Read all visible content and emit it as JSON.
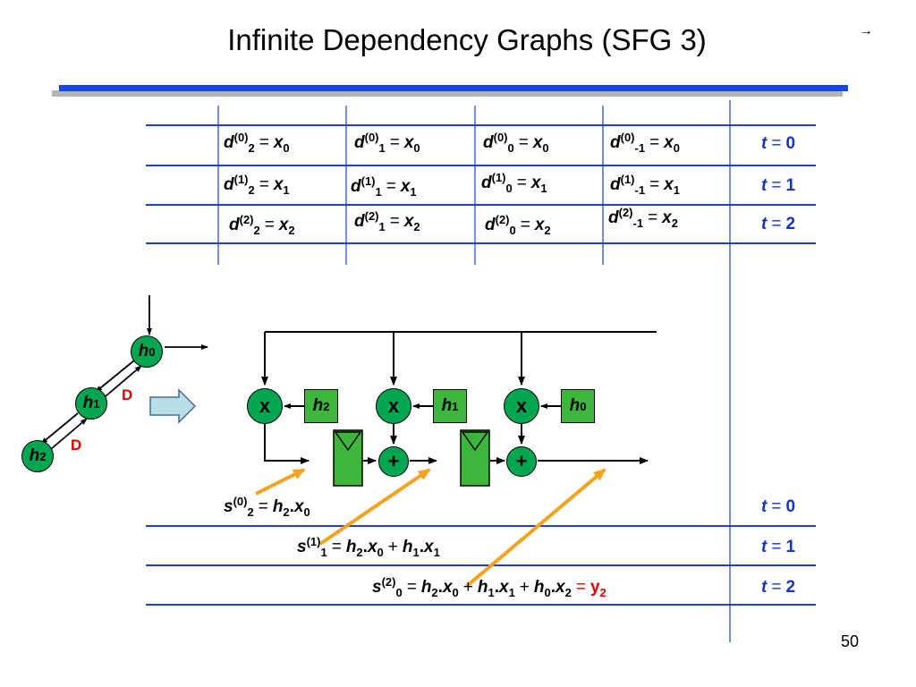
{
  "slide": {
    "title": "Infinite Dependency Graphs (SFG 3)",
    "page_number": "50",
    "nav_arrow": "→"
  },
  "table": {
    "rows": [
      {
        "cells": [
          {
            "pre": "d",
            "sup": "(0)",
            "sub": "2",
            "op": "=",
            "var": "x",
            "vsub": "0"
          },
          {
            "pre": "d",
            "sup": "(0)",
            "sub": "1",
            "op": "=",
            "var": "x",
            "vsub": "0"
          },
          {
            "pre": "d",
            "sup": "(0)",
            "sub": "0",
            "op": "=",
            "var": "x",
            "vsub": "0"
          },
          {
            "pre": "d",
            "sup": "(0)",
            "sub": "-1",
            "op": "=",
            "var": "x",
            "vsub": "0"
          }
        ],
        "t": {
          "var": "t",
          "op": "=",
          "val": "0"
        }
      },
      {
        "cells": [
          {
            "pre": "d",
            "sup": "(1)",
            "sub": "2",
            "op": "=",
            "var": "x",
            "vsub": "1"
          },
          {
            "pre": "d",
            "sup": "(1)",
            "sub": "1",
            "op": "=",
            "var": "x",
            "vsub": "1"
          },
          {
            "pre": "d",
            "sup": "(1)",
            "sub": "0",
            "op": "=",
            "var": "x",
            "vsub": "1"
          },
          {
            "pre": "d",
            "sup": "(1)",
            "sub": "-1",
            "op": "=",
            "var": "x",
            "vsub": "1"
          }
        ],
        "t": {
          "var": "t",
          "op": "=",
          "val": "1"
        }
      },
      {
        "cells": [
          {
            "pre": "d",
            "sup": "(2)",
            "sub": "2",
            "op": "=",
            "var": "x",
            "vsub": "2"
          },
          {
            "pre": "d",
            "sup": "(2)",
            "sub": "1",
            "op": "=",
            "var": "x",
            "vsub": "2"
          },
          {
            "pre": "d",
            "sup": "(2)",
            "sub": "0",
            "op": "=",
            "var": "x",
            "vsub": "2"
          },
          {
            "pre": "d",
            "sup": "(2)",
            "sub": "-1",
            "op": "=",
            "var": "x",
            "vsub": "2"
          }
        ],
        "t": {
          "var": "t",
          "op": "=",
          "val": "2"
        }
      }
    ]
  },
  "dependency_graph": {
    "nodes": [
      {
        "var": "h",
        "sub": "0"
      },
      {
        "var": "h",
        "sub": "1"
      },
      {
        "var": "h",
        "sub": "2"
      }
    ],
    "delay_label": "D"
  },
  "sfg": {
    "multiplier_symbol": "x",
    "adder_symbol": "+",
    "coefficients": [
      {
        "var": "h",
        "sub": "2"
      },
      {
        "var": "h",
        "sub": "1"
      },
      {
        "var": "h",
        "sub": "0"
      }
    ]
  },
  "sums": [
    {
      "lhs": {
        "var": "s",
        "sup": "(0)",
        "sub": "2"
      },
      "op": "=",
      "terms": [
        {
          "a": "h",
          "asub": "2",
          "dot": ".",
          "b": "x",
          "bsub": "0"
        }
      ],
      "result": null,
      "t": {
        "var": "t",
        "op": "=",
        "val": "0"
      }
    },
    {
      "lhs": {
        "var": "s",
        "sup": "(1)",
        "sub": "1"
      },
      "op": "=",
      "terms": [
        {
          "a": "h",
          "asub": "2",
          "dot": ".",
          "b": "x",
          "bsub": "0"
        },
        {
          "plus": "+",
          "a": "h",
          "asub": "1",
          "dot": ".",
          "b": "x",
          "bsub": "1"
        }
      ],
      "result": null,
      "t": {
        "var": "t",
        "op": "=",
        "val": "1"
      }
    },
    {
      "lhs": {
        "var": "s",
        "sup": "(2)",
        "sub": "0"
      },
      "op": "=",
      "terms": [
        {
          "a": "h",
          "asub": "2",
          "dot": ".",
          "b": "x",
          "bsub": "0"
        },
        {
          "plus": "+",
          "a": "h",
          "asub": "1",
          "dot": ".",
          "b": "x",
          "bsub": "1"
        },
        {
          "plus": "+",
          "a": "h",
          "asub": "0",
          "dot": ".",
          "b": "x",
          "bsub": "2"
        }
      ],
      "result": {
        "eq": "=",
        "var": "y",
        "sub": "2"
      },
      "t": {
        "var": "t",
        "op": "=",
        "val": "2"
      }
    }
  ],
  "colors": {
    "accent_blue": "#1447e6",
    "time_label": "#1433cc",
    "node_green": "#00a650",
    "delay_red": "#e00000",
    "pointer_orange": "#f7a21b"
  }
}
